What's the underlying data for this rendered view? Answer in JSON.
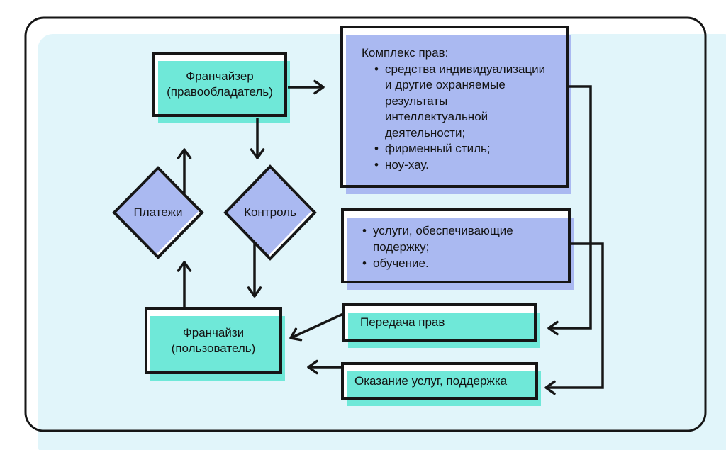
{
  "palette": {
    "page_bg": "#ffffff",
    "panel_bg": "#e1f5fa",
    "ink": "#161616",
    "teal": "#6fe8d8",
    "blue": "#aab9f1",
    "text": "#141414"
  },
  "ui": {
    "bullet": "•"
  },
  "nodes": {
    "franchiser": {
      "label": "Франчайзер\n(правообладатель)"
    },
    "control": {
      "label": "Контроль"
    },
    "payments": {
      "label": "Платежи"
    },
    "franchisee": {
      "label": "Франчайзи\n(пользователь)"
    },
    "rights_box": {
      "title": "Комплекс прав:",
      "bullets": [
        "средства индивидуализации\nи другие охраняемые\nрезультаты\nинтеллектуальной\nдеятельности;",
        "фирменный стиль;",
        "ноу-хау."
      ]
    },
    "services_box": {
      "bullets": [
        "услуги, обеспечивающие\nподержку;",
        "обучение."
      ]
    },
    "transfer": {
      "label": "Передача прав"
    },
    "support": {
      "label": "Оказание услуг, поддержка"
    }
  }
}
